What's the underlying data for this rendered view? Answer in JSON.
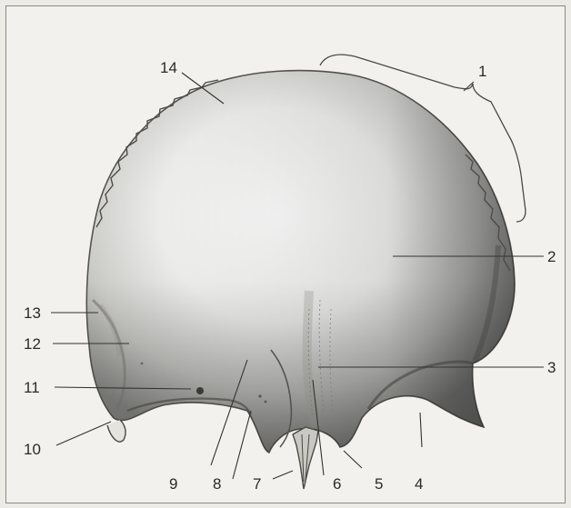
{
  "figure": {
    "labels": [
      "1",
      "2",
      "3",
      "4",
      "5",
      "6",
      "7",
      "8",
      "9",
      "10",
      "11",
      "12",
      "13",
      "14"
    ]
  }
}
